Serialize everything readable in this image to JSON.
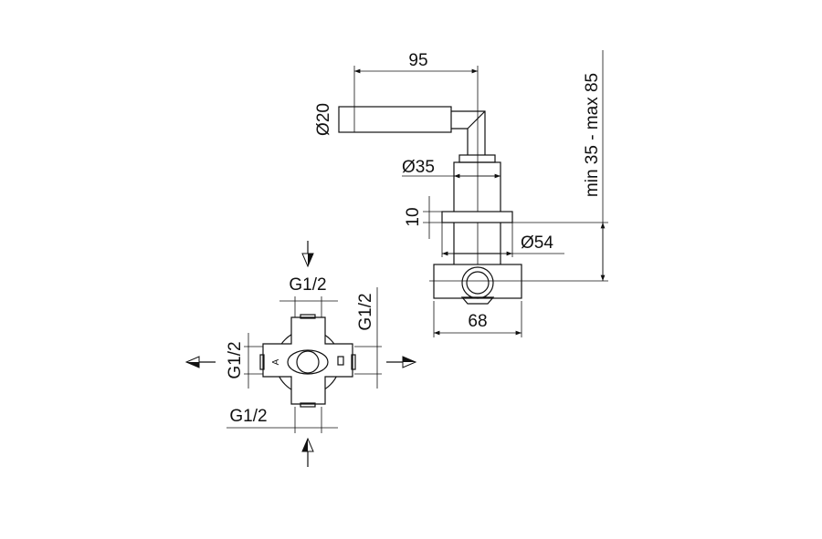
{
  "side_view": {
    "dim_length": "95",
    "dim_handle_diameter": "Ø20",
    "dim_body_diameter": "Ø35",
    "dim_flange_thickness": "10",
    "dim_flange_diameter": "Ø54",
    "dim_box_width": "68",
    "dim_wall_depth": "min 35 - max 85"
  },
  "top_view": {
    "thread_top": "G1/2",
    "thread_right": "G1/2",
    "thread_left": "G1/2",
    "thread_bottom": "G1/2"
  }
}
